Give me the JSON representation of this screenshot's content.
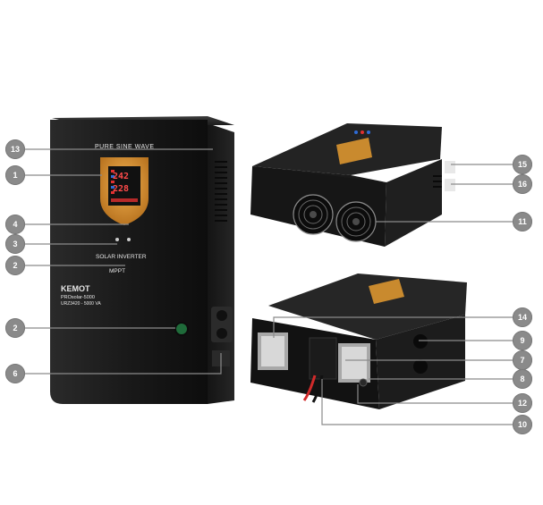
{
  "callouts": [
    "13",
    "1",
    "4",
    "3",
    "2",
    "2",
    "6",
    "15",
    "16",
    "11",
    "14",
    "9",
    "7",
    "8",
    "12",
    "10"
  ],
  "device": {
    "top_label": "PURE SINE WAVE",
    "solar_label": "SOLAR INVERTER",
    "mppt_label": "MPPT",
    "brand": "KEMOT",
    "model_line1": "PROsolar-5000",
    "model_line2": "URZ3420 - 5000 VA",
    "display_digits": [
      "242",
      "228"
    ]
  },
  "colors": {
    "callout_fill": "#8a8a8a",
    "leader_line": "#8a8a8a",
    "device_body": "#1e1e1e",
    "shield": "#d08a2a",
    "led_red": "#e03030",
    "led_blue": "#2e6bd6"
  }
}
